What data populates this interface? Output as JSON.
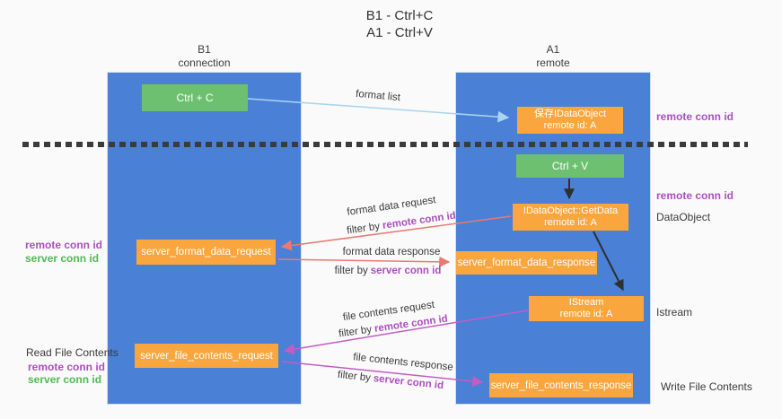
{
  "title": {
    "line1": "B1 - Ctrl+C",
    "line2": "A1 - Ctrl+V"
  },
  "columns": {
    "left": {
      "title": "B1",
      "subtitle": "connection"
    },
    "right": {
      "title": "A1",
      "subtitle": "remote"
    }
  },
  "nodes": {
    "ctrl_c": "Ctrl + C",
    "ctrl_v": "Ctrl + V",
    "save_idataobject": {
      "line1": "保存IDataObject",
      "line2": "remote id: A"
    },
    "getdata": {
      "line1": "IDataObject::GetData",
      "line2": "remote id: A"
    },
    "istream": {
      "line1": "IStream",
      "line2": "remote id: A"
    },
    "server_format_data_request": "server_format_data_request",
    "server_format_data_response": "server_format_data_response",
    "server_file_contents_request": "server_file_contents_request",
    "server_file_contents_response": "server_file_contents_response"
  },
  "flow_labels": {
    "format_list": "format list",
    "format_data_request": "format data request",
    "format_data_response": "format data response",
    "file_contents_request": "file contents request",
    "file_contents_response": "file contents response",
    "filter_by": "filter by",
    "remote_conn_id": "remote conn id",
    "server_conn_id": "server conn id"
  },
  "side_labels": {
    "remote_conn_id": "remote conn id",
    "server_conn_id": "server conn id",
    "read_file_contents": "Read File Contents",
    "write_file_contents": "Write File Contents",
    "dataobject": "DataObject",
    "istream": "Istream"
  },
  "colors": {
    "column_blue": "#4a80d6",
    "node_green": "#6ec071",
    "node_orange": "#f9a63e",
    "arrow_blue": "#a9d5f2",
    "arrow_salmon": "#e87a72",
    "arrow_magenta": "#c65bc6",
    "arrow_black": "#2f2f2f",
    "text_purple": "#ab4fc0",
    "text_green": "#53b857"
  }
}
